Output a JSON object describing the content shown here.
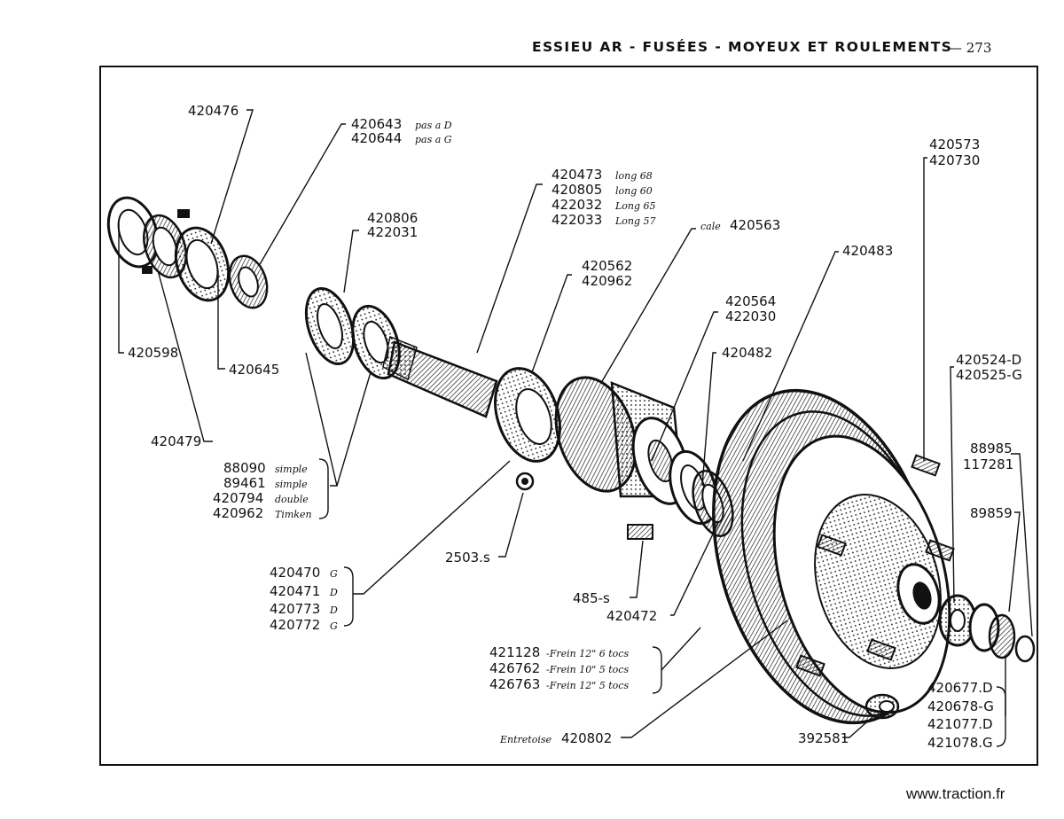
{
  "header": {
    "title": "ESSIEU AR - FUSÉES - MOYEUX ET ROULEMENTS",
    "page": "— 273"
  },
  "site": "www.traction.fr",
  "labels": [
    {
      "id": "p420476",
      "lines": [
        {
          "num": "420476",
          "note": ""
        }
      ]
    },
    {
      "id": "p420643",
      "lines": [
        {
          "num": "420643",
          "note": "pas a D"
        },
        {
          "num": "420644",
          "note": "pas a G"
        }
      ]
    },
    {
      "id": "p420806",
      "lines": [
        {
          "num": "420806",
          "note": ""
        },
        {
          "num": "422031",
          "note": ""
        }
      ]
    },
    {
      "id": "p420473",
      "lines": [
        {
          "num": "420473",
          "note": "long 68"
        },
        {
          "num": "420805",
          "note": "long 60"
        },
        {
          "num": "422032",
          "note": "Long 65"
        },
        {
          "num": "422033",
          "note": "Long 57"
        }
      ]
    },
    {
      "id": "p420563",
      "lines": [
        {
          "num": "420563",
          "note": "cale"
        }
      ]
    },
    {
      "id": "p420562",
      "lines": [
        {
          "num": "420562",
          "note": ""
        },
        {
          "num": "420962",
          "note": ""
        }
      ]
    },
    {
      "id": "p420573",
      "lines": [
        {
          "num": "420573",
          "note": ""
        },
        {
          "num": "420730",
          "note": ""
        }
      ]
    },
    {
      "id": "p420483",
      "lines": [
        {
          "num": "420483",
          "note": ""
        }
      ]
    },
    {
      "id": "p420564",
      "lines": [
        {
          "num": "420564",
          "note": ""
        },
        {
          "num": "422030",
          "note": ""
        }
      ]
    },
    {
      "id": "p420482",
      "lines": [
        {
          "num": "420482",
          "note": ""
        }
      ]
    },
    {
      "id": "p420524",
      "lines": [
        {
          "num": "420524-D",
          "note": ""
        },
        {
          "num": "420525-G",
          "note": ""
        }
      ]
    },
    {
      "id": "p420598",
      "lines": [
        {
          "num": "420598",
          "note": ""
        }
      ]
    },
    {
      "id": "p420645",
      "lines": [
        {
          "num": "420645",
          "note": ""
        }
      ]
    },
    {
      "id": "p420479",
      "lines": [
        {
          "num": "420479",
          "note": ""
        }
      ]
    },
    {
      "id": "p88090",
      "lines": [
        {
          "num": "88090",
          "note": "simple"
        },
        {
          "num": "89461",
          "note": "simple"
        },
        {
          "num": "420794",
          "note": "double"
        },
        {
          "num": "420962",
          "note": "Timken"
        }
      ]
    },
    {
      "id": "p88985",
      "lines": [
        {
          "num": "88985",
          "note": ""
        },
        {
          "num": "117281",
          "note": ""
        }
      ]
    },
    {
      "id": "p89859",
      "lines": [
        {
          "num": "89859",
          "note": ""
        }
      ]
    },
    {
      "id": "p2503",
      "lines": [
        {
          "num": "2503.s",
          "note": ""
        }
      ]
    },
    {
      "id": "p420470",
      "lines": [
        {
          "num": "420470",
          "note": "G"
        },
        {
          "num": "420471",
          "note": "D"
        },
        {
          "num": "420773",
          "note": "D"
        },
        {
          "num": "420772",
          "note": "G"
        }
      ]
    },
    {
      "id": "p485",
      "lines": [
        {
          "num": "485-s",
          "note": ""
        }
      ]
    },
    {
      "id": "p420472",
      "lines": [
        {
          "num": "420472",
          "note": ""
        }
      ]
    },
    {
      "id": "p421128",
      "lines": [
        {
          "num": "421128",
          "note": "-Frein 12\" 6 tocs"
        },
        {
          "num": "426762",
          "note": "-Frein 10\" 5 tocs"
        },
        {
          "num": "426763",
          "note": "-Frein 12\" 5 tocs"
        }
      ]
    },
    {
      "id": "p420677",
      "lines": [
        {
          "num": "420677.D",
          "note": ""
        },
        {
          "num": "420678-G",
          "note": ""
        },
        {
          "num": "421077.D",
          "note": ""
        },
        {
          "num": "421078.G",
          "note": ""
        }
      ]
    },
    {
      "id": "p420802",
      "lines": [
        {
          "num": "420802",
          "note": "Entretoise"
        }
      ]
    },
    {
      "id": "p392581",
      "lines": [
        {
          "num": "392581",
          "note": ""
        }
      ]
    }
  ]
}
